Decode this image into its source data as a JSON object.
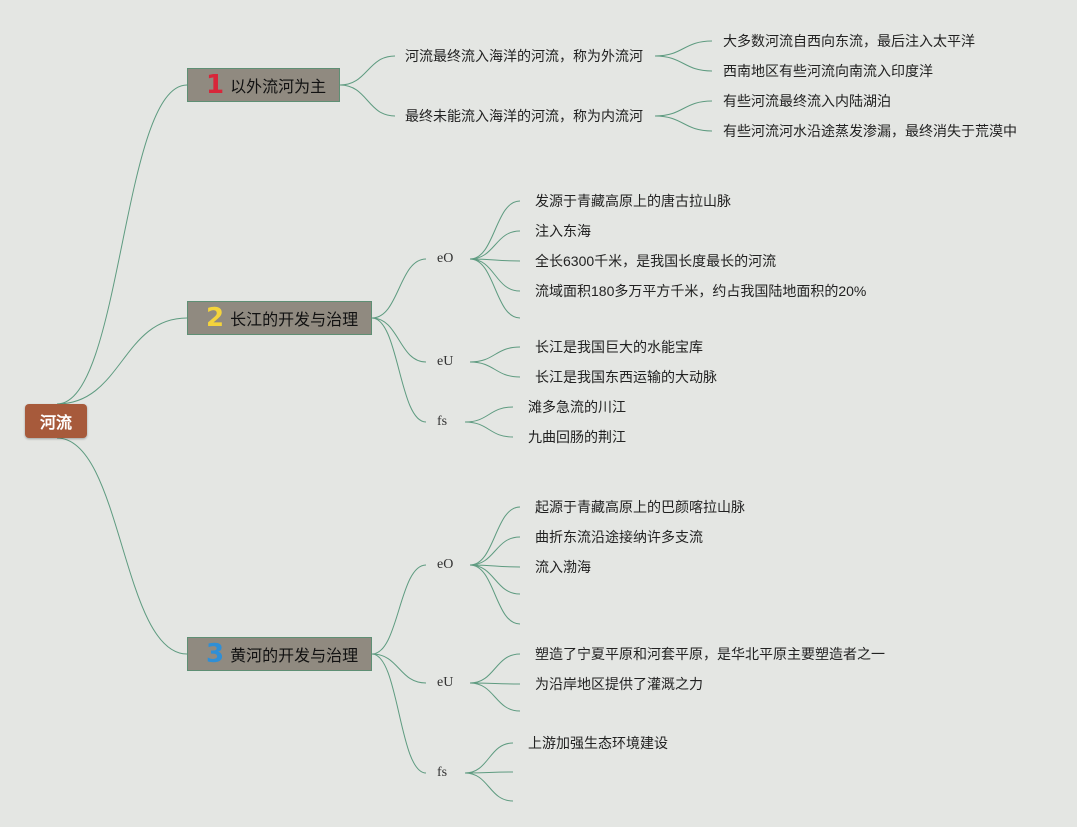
{
  "root": "河流",
  "topics": [
    {
      "num": "1",
      "num_color": "#d8263a",
      "title": "以外流河为主",
      "subs": [
        {
          "text": "河流最终流入海洋的河流，称为外流河",
          "items": [
            "大多数河流自西向东流，最后注入太平洋",
            "西南地区有些河流向南流入印度洋"
          ]
        },
        {
          "text": "最终未能流入海洋的河流，称为内流河",
          "items": [
            "有些河流最终流入内陆湖泊",
            "有些河流河水沿途蒸发渗漏，最终消失于荒漠中"
          ]
        }
      ]
    },
    {
      "num": "2",
      "num_color": "#f4d43c",
      "title": "长江的开发与治理",
      "groups": [
        {
          "label": "eO",
          "items": [
            "发源于青藏高原上的唐古拉山脉",
            "注入东海",
            "全长6300千米，是我国长度最长的河流",
            "流域面积180多万平方千米，约占我国陆地面积的20%",
            ""
          ]
        },
        {
          "label": "eU",
          "items": [
            "长江是我国巨大的水能宝库",
            "长江是我国东西运输的大动脉"
          ]
        },
        {
          "label": "fs",
          "items": [
            "滩多急流的川江",
            "九曲回肠的荆江"
          ]
        }
      ]
    },
    {
      "num": "3",
      "num_color": "#2f8fd6",
      "title": "黄河的开发与治理",
      "groups": [
        {
          "label": "eO",
          "items": [
            "起源于青藏高原上的巴颜喀拉山脉",
            "曲折东流沿途接纳许多支流",
            "流入渤海",
            "",
            ""
          ]
        },
        {
          "label": "eU",
          "items": [
            "塑造了宁夏平原和河套平原，是华北平原主要塑造者之一",
            "为沿岸地区提供了灌溉之力",
            ""
          ]
        },
        {
          "label": "fs",
          "items": [
            "上游加强生态环境建设",
            "",
            ""
          ]
        }
      ]
    }
  ]
}
